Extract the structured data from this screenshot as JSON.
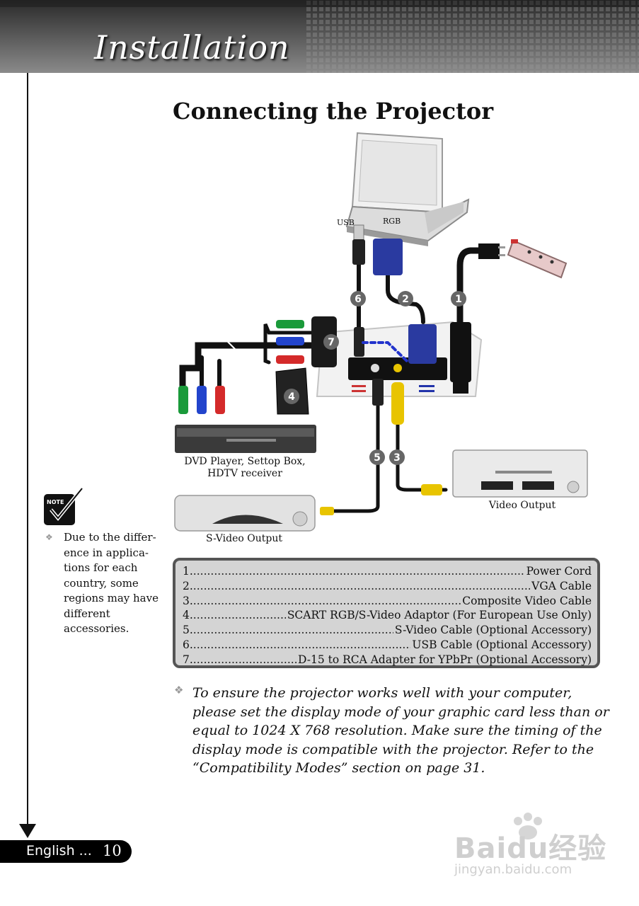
{
  "header": {
    "title": "Installation"
  },
  "heading": "Connecting the Projector",
  "diagram": {
    "port_labels": {
      "usb": "USB",
      "rgb": "RGB"
    },
    "callouts": [
      "1",
      "2",
      "3",
      "4",
      "5",
      "6",
      "7"
    ],
    "device_labels": {
      "dvd": "DVD Player, Settop Box,",
      "dvd2": "HDTV receiver",
      "svideo": "S-Video Output",
      "video": "Video Output"
    },
    "colors": {
      "vga": "#2233aa",
      "composite": "#e8c400",
      "green": "#1a9a3a",
      "blue": "#2244cc",
      "red": "#d42a2a"
    }
  },
  "note": {
    "icon": "note-checkmark-icon",
    "text": "Due to the differ-ence in applica-tions for each country, some regions may have different accessories."
  },
  "legend": [
    {
      "num": "1.",
      "text": "Power Cord"
    },
    {
      "num": "2.",
      "text": "VGA Cable"
    },
    {
      "num": "3.",
      "text": "Composite Video Cable"
    },
    {
      "num": "4.",
      "text": "SCART RGB/S-Video Adaptor (For European Use Only)"
    },
    {
      "num": "5.",
      "text": "S-Video Cable (Optional Accessory)"
    },
    {
      "num": "6.",
      "text": "USB Cable (Optional Accessory)"
    },
    {
      "num": "7.",
      "text": "D-15 to RCA Adapter for YPbPr (Optional Accessory)"
    }
  ],
  "tip": "To ensure the projector works well with your computer, please set the display mode of your graphic card less than or equal to 1024 X 768 resolution. Make sure the timing of the display mode is compatible with the projector.  Refer to the “Compatibility Modes” section on page 31.",
  "footer": {
    "language": "English ...",
    "page": "10"
  },
  "watermark": {
    "logo": "Baidu经验",
    "url": "jingyan.baidu.com"
  }
}
